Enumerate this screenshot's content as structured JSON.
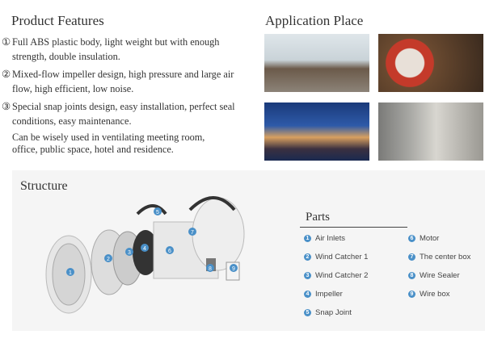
{
  "features": {
    "title": "Product Features",
    "items": [
      {
        "num": "①",
        "line1": "Full ABS plastic body, light weight but with enough",
        "line2": "strength, double insulation."
      },
      {
        "num": "②",
        "line1": "Mixed-flow impeller design, high pressure and large air",
        "line2": "flow, high efficient, low noise."
      },
      {
        "num": "③",
        "line1": "Special snap joints design, easy installation, perfect seal",
        "line2": "conditions, easy maintenance."
      }
    ],
    "usage1": "Can be wisely used in ventilating meeting room,",
    "usage2": "office, public space, hotel and residence."
  },
  "application": {
    "title": "Application Place"
  },
  "structure": {
    "title": "Structure",
    "parts_title": "Parts",
    "parts": [
      {
        "n": "1",
        "label": "Air Inlets"
      },
      {
        "n": "2",
        "label": "Wind Catcher 1"
      },
      {
        "n": "3",
        "label": "Wind Catcher 2"
      },
      {
        "n": "4",
        "label": "Impeller"
      },
      {
        "n": "5",
        "label": "Snap Joint"
      },
      {
        "n": "6",
        "label": "Motor"
      },
      {
        "n": "7",
        "label": "The center box"
      },
      {
        "n": "8",
        "label": "Wire Sealer"
      },
      {
        "n": "9",
        "label": "Wire box"
      }
    ]
  },
  "colors": {
    "accent": "#4a90c8"
  }
}
